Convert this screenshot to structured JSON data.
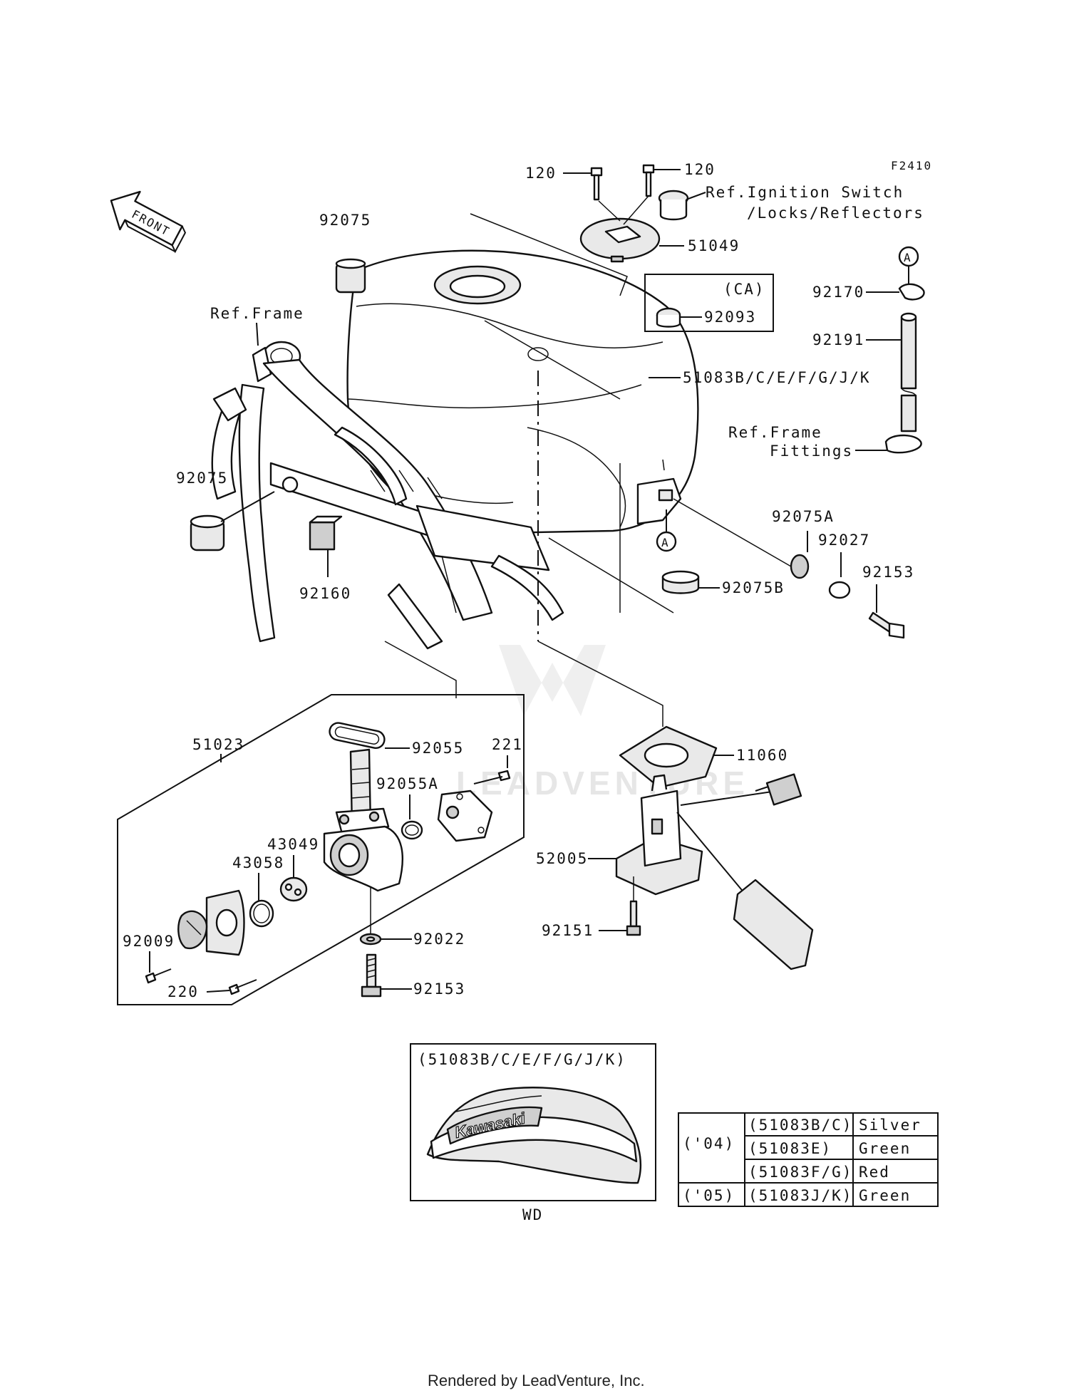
{
  "figure_code": "F2410",
  "front_label": "FRONT",
  "watermark": "LEADVENTURE",
  "footer": "Rendered by LeadVenture, Inc.",
  "callouts": {
    "p120_left": "120",
    "p120_right": "120",
    "ref_ignition_1": "Ref.Ignition Switch",
    "ref_ignition_2": "/Locks/Reflectors",
    "p51049": "51049",
    "p92075_top": "92075",
    "ca_label": "(CA)",
    "p92093": "92093",
    "ref_frame": "Ref.Frame",
    "p51083": "51083B/C/E/F/G/J/K",
    "marker_a_top": "A",
    "p92170": "92170",
    "p92191": "92191",
    "ref_frame_fittings_1": "Ref.Frame",
    "ref_frame_fittings_2": "Fittings",
    "p92075_left": "92075",
    "marker_a_mid": "A",
    "p92075A": "92075A",
    "p92027": "92027",
    "p92153_right": "92153",
    "p92075B": "92075B",
    "p92160": "92160",
    "p51023": "51023",
    "p92055": "92055",
    "p221": "221",
    "p92055A": "92055A",
    "p43049": "43049",
    "p43058": "43058",
    "p92009": "92009",
    "p220": "220",
    "p92022": "92022",
    "p92153_bottom": "92153",
    "p11060": "11060",
    "p52005": "52005",
    "p92151": "92151"
  },
  "inset": {
    "title": "(51083B/C/E/F/G/J/K)",
    "logo_text": "Kawasaki",
    "caption": "WD"
  },
  "color_table": {
    "rows": [
      {
        "year": "('04)",
        "part": "(51083B/C)",
        "color": "Silver"
      },
      {
        "year": "",
        "part": "(51083E)",
        "color": "Green"
      },
      {
        "year": "",
        "part": "(51083F/G)",
        "color": "Red"
      },
      {
        "year": "('05)",
        "part": "(51083J/K)",
        "color": "Green"
      }
    ]
  }
}
